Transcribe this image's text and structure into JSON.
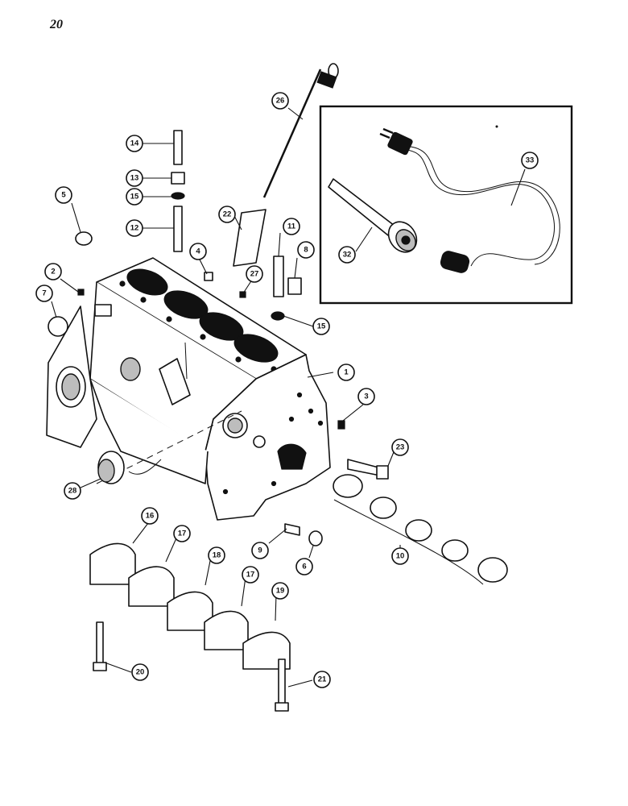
{
  "page": {
    "number": "20"
  },
  "callouts": [
    {
      "id": "c1",
      "label": "1"
    },
    {
      "id": "c2",
      "label": "2"
    },
    {
      "id": "c3",
      "label": "3"
    },
    {
      "id": "c4",
      "label": "4"
    },
    {
      "id": "c5",
      "label": "5"
    },
    {
      "id": "c6",
      "label": "6"
    },
    {
      "id": "c7",
      "label": "7"
    },
    {
      "id": "c8",
      "label": "8"
    },
    {
      "id": "c9",
      "label": "9"
    },
    {
      "id": "c10",
      "label": "10"
    },
    {
      "id": "c11",
      "label": "11"
    },
    {
      "id": "c12",
      "label": "12"
    },
    {
      "id": "c13",
      "label": "13"
    },
    {
      "id": "c14",
      "label": "14"
    },
    {
      "id": "c15a",
      "label": "15"
    },
    {
      "id": "c15b",
      "label": "15"
    },
    {
      "id": "c16",
      "label": "16"
    },
    {
      "id": "c17a",
      "label": "17"
    },
    {
      "id": "c17b",
      "label": "17"
    },
    {
      "id": "c18",
      "label": "18"
    },
    {
      "id": "c19",
      "label": "19"
    },
    {
      "id": "c20",
      "label": "20"
    },
    {
      "id": "c21",
      "label": "21"
    },
    {
      "id": "c22",
      "label": "22"
    },
    {
      "id": "c23",
      "label": "23"
    },
    {
      "id": "c26",
      "label": "26"
    },
    {
      "id": "c27",
      "label": "27"
    },
    {
      "id": "c28",
      "label": "28"
    },
    {
      "id": "c32",
      "label": "32"
    },
    {
      "id": "c33",
      "label": "33"
    }
  ]
}
